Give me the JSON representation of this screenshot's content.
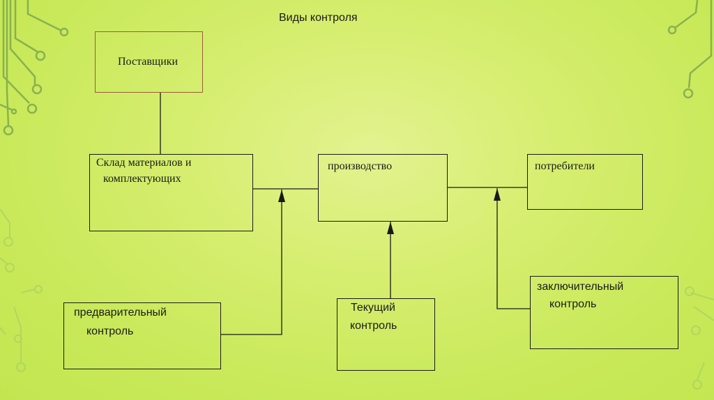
{
  "title": "Виды контроля",
  "nodes": {
    "suppliers": "Поставщики",
    "warehouse_line1": "Склад материалов и",
    "warehouse_line2": "комплектующих",
    "production": "производство",
    "consumers": "потребители",
    "preliminary_line1": "предварительный",
    "preliminary_line2": "контроль",
    "current_line1": "Текущий",
    "current_line2": "контроль",
    "final_line1": "заключительный",
    "final_line2": "контроль"
  },
  "colors": {
    "background": "#d6ee70",
    "box_border": "#1a1a1a",
    "suppliers_border": "#9b5a3c",
    "decoration": "#7fb15a"
  }
}
